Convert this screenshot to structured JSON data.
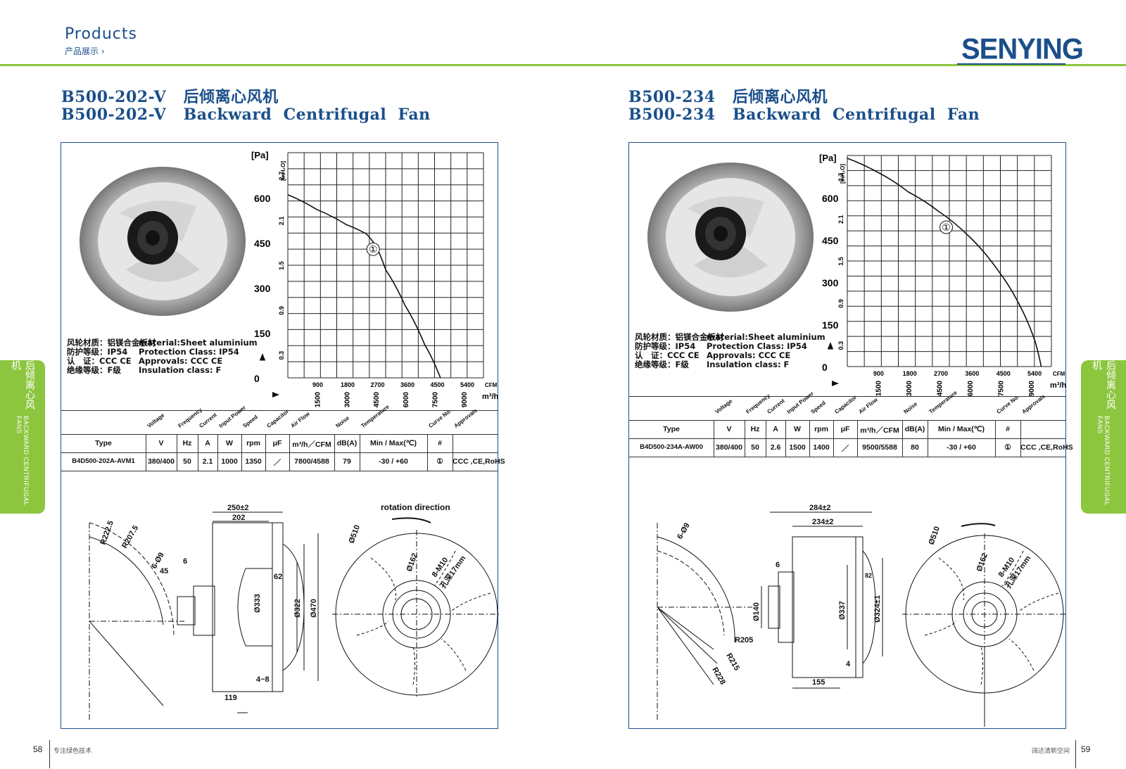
{
  "header": {
    "title": "Products",
    "subtitle": "产品展示 ›",
    "brand": "SENYING"
  },
  "side": {
    "cn": "后倾离心风机",
    "en": "BACKWARD CENTRIFUGAL FANS"
  },
  "footer": {
    "left_page": "58",
    "left_slogan": "专注绿色技术",
    "right_slogan": "阔达清新空间",
    "right_page": "59"
  },
  "products": [
    {
      "title_cn": "B500-202-V   后倾离心风机",
      "title_en": "B500-202-V   Backward  Centrifugal  Fan",
      "specs": [
        {
          "cn": "风轮材质：铝镁合金板材",
          "en": "material:Sheet aluminium"
        },
        {
          "cn": "防护等级：IP54",
          "en": "Protection Class: IP54"
        },
        {
          "cn": "认　证：CCC CE",
          "en": "Approvals: CCC  CE"
        },
        {
          "cn": "绝缘等级：F级",
          "en": "Insulation class: F"
        }
      ],
      "table": {
        "headers_top": [
          "Voltage",
          "Frequency",
          "Current",
          "Input Power",
          "Speed",
          "Capacitor",
          "Air Flow",
          "Noise",
          "Temperature",
          "Curve No.",
          "Approvals"
        ],
        "headers": [
          "Type",
          "V",
          "Hz",
          "A",
          "W",
          "rpm",
          "μF",
          "m³/h／CFM",
          "dB(A)",
          "Min / Max(℃)",
          "#",
          ""
        ],
        "row": [
          "B4D500-202A-AVM1",
          "380/400",
          "50",
          "2.1",
          "1000",
          "1350",
          "／",
          "7800/4588",
          "79",
          "-30 / +60",
          "①",
          "CCC ,CE,RoHS"
        ]
      },
      "drawing": {
        "rotation": "rotation direction",
        "d1": "250±2",
        "d2": "202",
        "d3": "6",
        "d4": "45",
        "d5": "62",
        "d6": "Ø333",
        "d7": "Ø322",
        "d8": "Ø470",
        "d9": "4~8",
        "d10": "119",
        "r1": "R222.5",
        "r2": "R207.5",
        "r3": "6-Ø9",
        "f1": "Ø510",
        "f2": "Ø162",
        "f3": "8-M10",
        "f4": "孔深17mm"
      }
    },
    {
      "title_cn": "B500-234   后倾离心风机",
      "title_en": "B500-234   Backward  Centrifugal  Fan",
      "specs": [
        {
          "cn": "风轮材质：铝镁合金板材",
          "en": "material:Sheet aluminium"
        },
        {
          "cn": "防护等级：IP54",
          "en": "Protection Class: IP54"
        },
        {
          "cn": "认　证：CCC CE",
          "en": "Approvals: CCC  CE"
        },
        {
          "cn": "绝缘等级：F级",
          "en": "Insulation class: F"
        }
      ],
      "table": {
        "headers_top": [
          "Voltage",
          "Frequency",
          "Current",
          "Input Power",
          "Speed",
          "Capacitor",
          "Air Flow",
          "Noise",
          "Temperature",
          "Curve No.",
          "Approvals"
        ],
        "headers": [
          "Type",
          "V",
          "Hz",
          "A",
          "W",
          "rpm",
          "μF",
          "m³/h／CFM",
          "dB(A)",
          "Min / Max(℃)",
          "#",
          ""
        ],
        "row": [
          "B4D500-234A-AW00",
          "380/400",
          "50",
          "2.6",
          "1500",
          "1400",
          "／",
          "9500/5588",
          "80",
          "-30 / +60",
          "①",
          "CCC ,CE,RoHS"
        ]
      },
      "drawing": {
        "d1": "284±2",
        "d2": "234±2",
        "d3": "6",
        "d4": "82",
        "d5": "Ø140",
        "d6": "Ø337",
        "d7": "Ø324±1",
        "d8": "4",
        "d9": "155",
        "r1": "R205",
        "r2": "R215",
        "r3": "R228",
        "r4": "6-Ø9",
        "f1": "Ø510",
        "f2": "Ø162",
        "f3": "8-M10",
        "f4": "孔深17mm"
      }
    }
  ],
  "chart_data": [
    {
      "type": "line",
      "ylabel": "[Pa]",
      "ylabel2": "[inH₂O]",
      "ylim": [
        0,
        750
      ],
      "xlim": [
        0,
        10000
      ],
      "yticks": [
        "600",
        "450",
        "300",
        "150",
        "0"
      ],
      "y2ticks": [
        "2.7",
        "2.1",
        "1.5",
        "0.9",
        "0.3"
      ],
      "x_cfm_ticks": [
        "900",
        "1800",
        "2700",
        "3600",
        "4500",
        "5400"
      ],
      "x_cfm_unit": "CFM",
      "x_m3h_ticks": [
        "1500",
        "3000",
        "4500",
        "6000",
        "7500",
        "9000"
      ],
      "x_m3h_unit": "m³/h",
      "series": [
        {
          "label": "①",
          "x": [
            0,
            1500,
            3000,
            4000,
            4500,
            5000,
            6000,
            7000,
            7800
          ],
          "y": [
            610,
            560,
            510,
            480,
            440,
            360,
            240,
            110,
            0
          ]
        }
      ]
    },
    {
      "type": "line",
      "ylabel": "[Pa]",
      "ylabel2": "[inH₂O]",
      "ylim": [
        0,
        750
      ],
      "xlim": [
        0,
        10000
      ],
      "yticks": [
        "600",
        "450",
        "300",
        "150",
        "0"
      ],
      "y2ticks": [
        "2.7",
        "2.1",
        "1.5",
        "0.9",
        "0.3"
      ],
      "x_cfm_ticks": [
        "900",
        "1800",
        "2700",
        "3600",
        "4500",
        "5400"
      ],
      "x_cfm_unit": "CFM",
      "x_m3h_ticks": [
        "1500",
        "3000",
        "4500",
        "6000",
        "7500",
        "9000"
      ],
      "x_m3h_unit": "m³/h",
      "series": [
        {
          "label": "①",
          "x": [
            0,
            1500,
            3000,
            4500,
            6000,
            7500,
            8500,
            9200,
            9500
          ],
          "y": [
            740,
            690,
            620,
            550,
            460,
            330,
            210,
            90,
            0
          ]
        }
      ]
    }
  ]
}
